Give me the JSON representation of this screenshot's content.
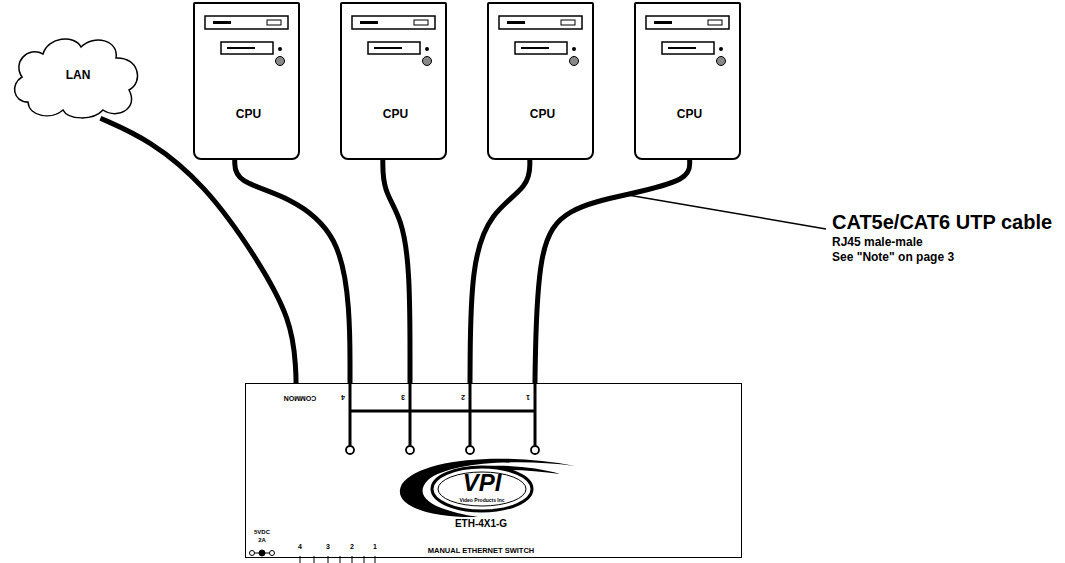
{
  "diagram": {
    "nodes": [
      {
        "text": [
          "LAN"
        ]
      },
      {
        "text": [
          "CPU"
        ]
      },
      {
        "text": [
          "CPU"
        ]
      },
      {
        "text": [
          "CPU"
        ]
      },
      {
        "text": [
          "CPU"
        ]
      },
      {
        "text": [
          "ETH-4X1-G",
          "MANUAL ETHERNET SWITCH"
        ]
      }
    ],
    "edges": [
      {
        "from": 0,
        "to": 5,
        "arrow": "none"
      },
      {
        "from": 1,
        "to": 5,
        "arrow": "none"
      },
      {
        "from": 2,
        "to": 5,
        "arrow": "none"
      },
      {
        "from": 3,
        "to": 5,
        "arrow": "none"
      },
      {
        "from": 4,
        "to": 5,
        "arrow": "none"
      }
    ],
    "labels": [
      "COMMON",
      "4",
      "3",
      "2",
      "1",
      "VPI",
      "Video Products Inc",
      "5VDC",
      "2A",
      "4",
      "3",
      "2",
      "1",
      "CAT5e/CAT6 UTP cable",
      "RJ45 male-male",
      "See \"Note\" on page 3"
    ]
  }
}
